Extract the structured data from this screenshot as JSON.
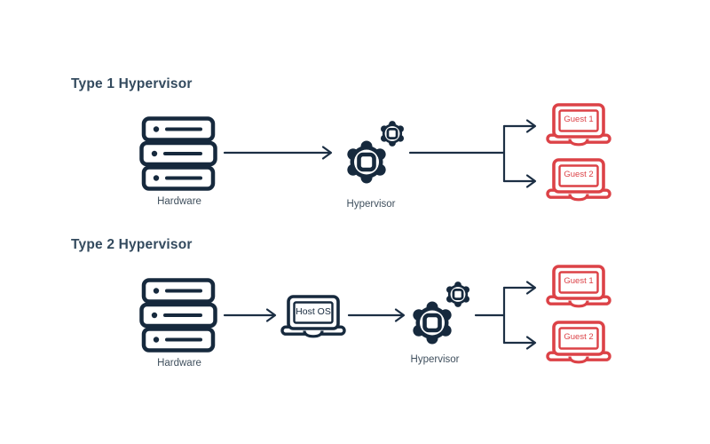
{
  "diagram": {
    "colors": {
      "icon_navy": "#16293d",
      "line_navy": "#1c2f44",
      "guest_red": "#dc4247",
      "title_text": "#334a5e",
      "label_text": "#40505e",
      "background": "#ffffff"
    },
    "sections": [
      {
        "title": "Type 1 Hypervisor",
        "hardware_label": "Hardware",
        "hypervisor_label": "Hypervisor",
        "guests": [
          "Guest 1",
          "Guest 2"
        ]
      },
      {
        "title": "Type 2 Hypervisor",
        "hardware_label": "Hardware",
        "host_os_label": "Host OS",
        "hypervisor_label": "Hypervisor",
        "guests": [
          "Guest 1",
          "Guest 2"
        ]
      }
    ]
  }
}
